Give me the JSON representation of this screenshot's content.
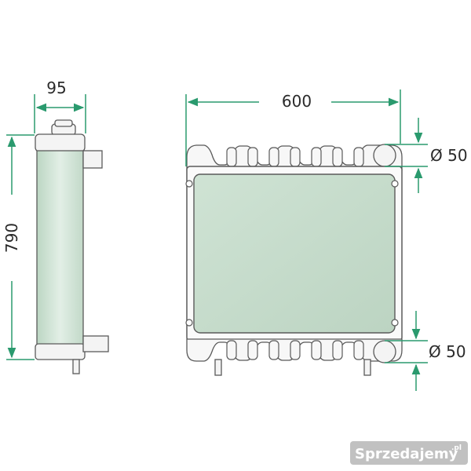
{
  "dimensions": {
    "side_width": "95",
    "side_height": "790",
    "front_width": "600",
    "top_pipe_diameter": "Ø 50",
    "bottom_pipe_diameter": "Ø 50"
  },
  "watermark": {
    "brand": "Sprzedajemy",
    "tld": ".pl"
  },
  "colors": {
    "dimension_line": "#2a9a6e",
    "outline": "#5a5a5a",
    "core_fill": "#c4dcc9",
    "frame_fill": "#fafafa",
    "text": "#2a2a2a"
  }
}
